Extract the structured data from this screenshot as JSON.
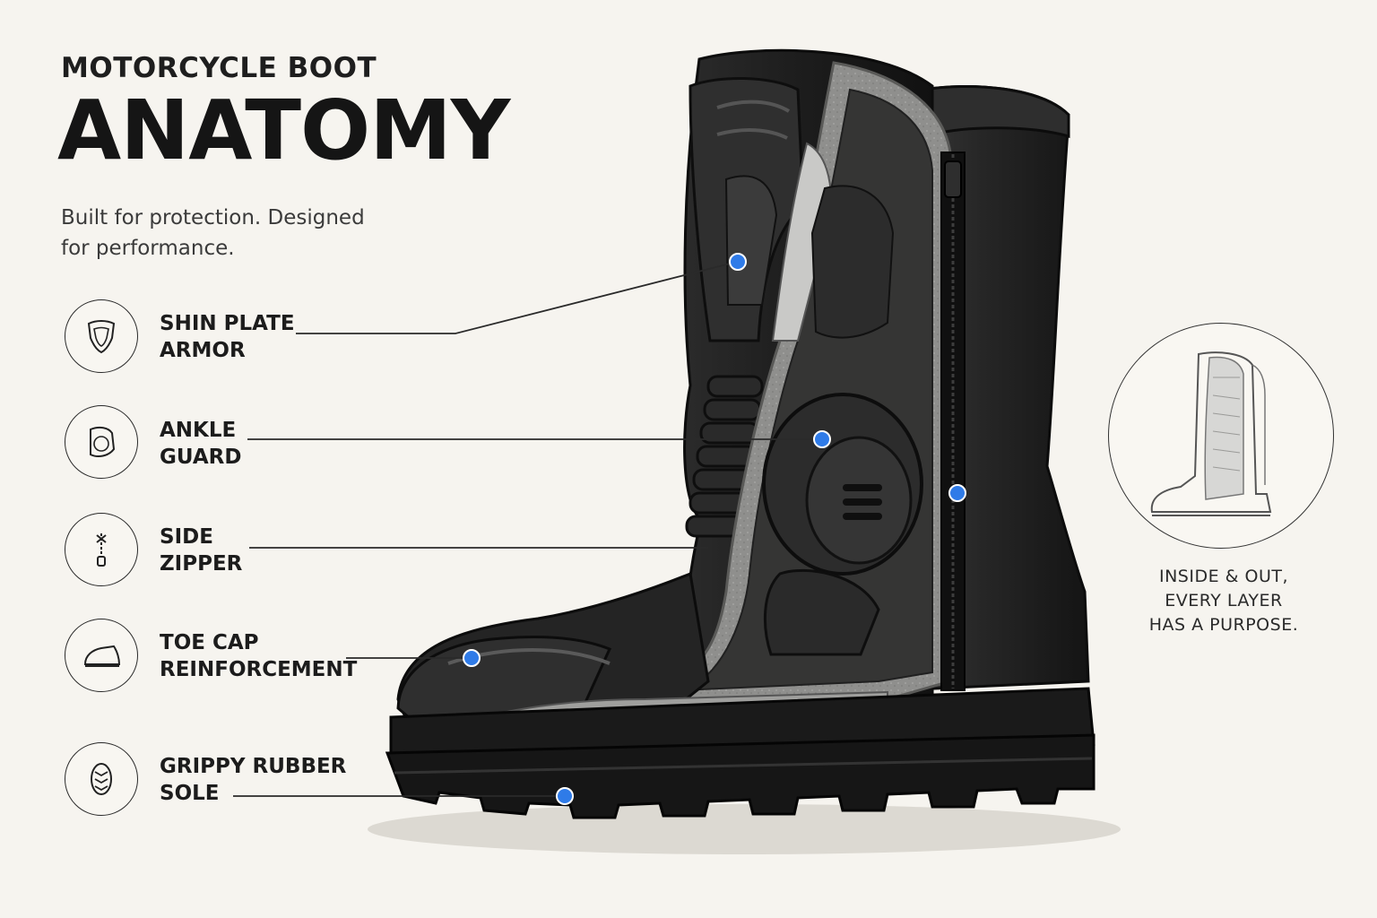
{
  "header": {
    "eyebrow": "MOTORCYCLE BOOT",
    "title": "ANATOMY",
    "tagline_line1": "Built for protection. Designed",
    "tagline_line2": "for performance."
  },
  "features": [
    {
      "id": "shin",
      "line1": "SHIN PLATE",
      "line2": "ARMOR",
      "icon": "shin-plate-icon"
    },
    {
      "id": "ankle",
      "line1": "ANKLE",
      "line2": "GUARD",
      "icon": "ankle-guard-icon"
    },
    {
      "id": "zipper",
      "line1": "SIDE",
      "line2": "ZIPPER",
      "icon": "zipper-icon"
    },
    {
      "id": "toe",
      "line1": "TOE CAP",
      "line2": "REINFORCEMENT",
      "icon": "toe-cap-icon"
    },
    {
      "id": "sole",
      "line1": "GRIPPY RUBBER",
      "line2": "SOLE",
      "icon": "tread-icon"
    }
  ],
  "inset": {
    "line1": "INSIDE & OUT,",
    "line2": "EVERY LAYER",
    "line3": "HAS A PURPOSE."
  },
  "colors": {
    "accent_dot": "#2f7be8",
    "background": "#f6f4ef",
    "boot_dark": "#1f1f1f"
  }
}
